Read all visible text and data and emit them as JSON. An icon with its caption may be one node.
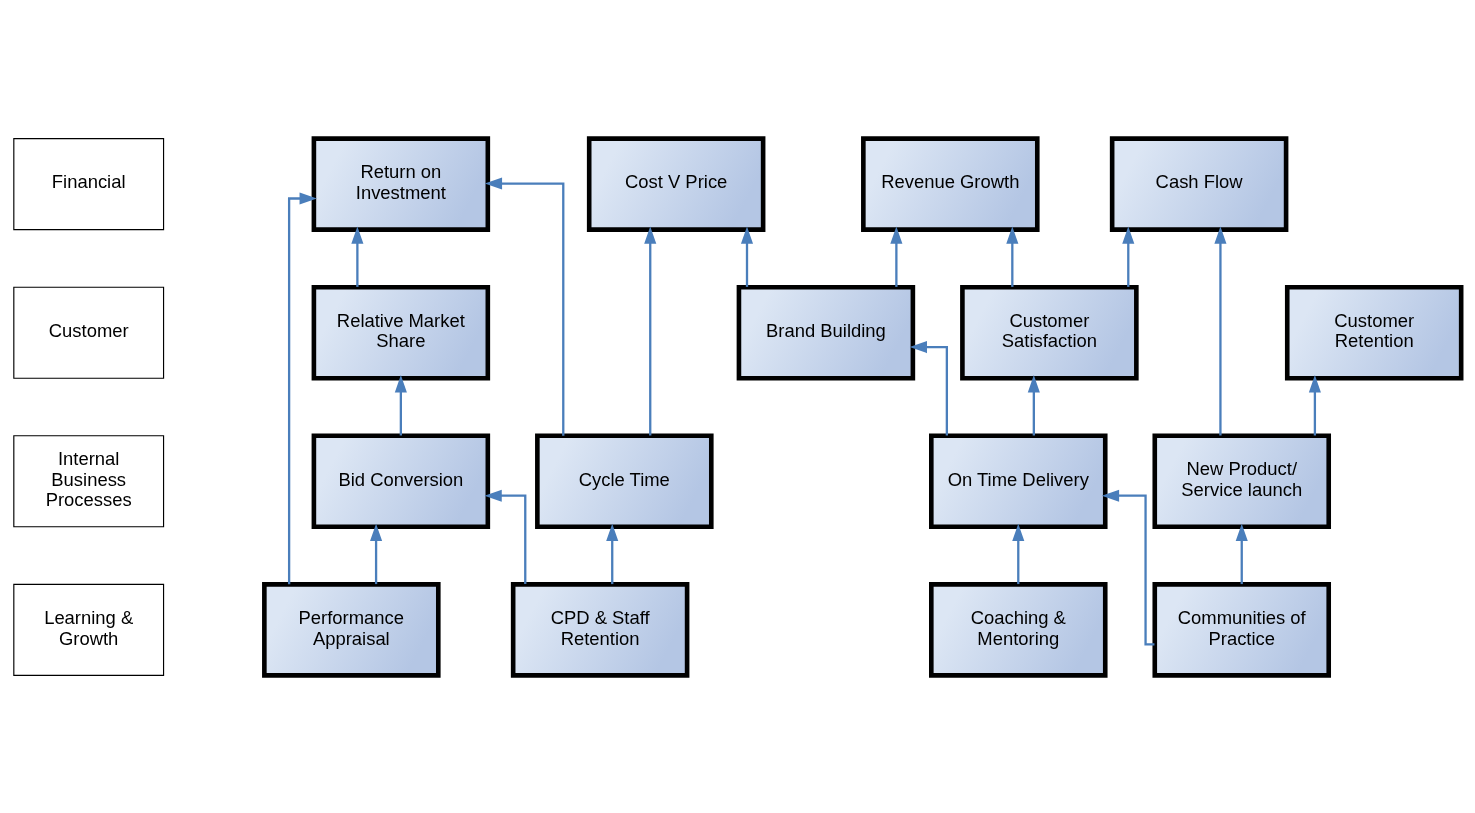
{
  "diagram": {
    "nodes": [
      {
        "text": [
          "Financial"
        ]
      },
      {
        "text": [
          "Customer"
        ]
      },
      {
        "text": [
          "Internal Business Processes"
        ]
      },
      {
        "text": [
          "Learning & Growth"
        ]
      },
      {
        "text": [
          "Return on Investment"
        ]
      },
      {
        "text": [
          "Revenue Growth"
        ]
      },
      {
        "text": [
          "Cost V Price"
        ]
      },
      {
        "text": [
          "Cash Flow"
        ]
      },
      {
        "text": [
          "Relative Market Share"
        ]
      },
      {
        "text": [
          "Customer Satisfaction"
        ]
      },
      {
        "text": [
          "Brand Building"
        ]
      },
      {
        "text": [
          "Customer Retention"
        ]
      },
      {
        "text": [
          "Bid Conversion"
        ]
      },
      {
        "text": [
          "Cycle Time"
        ]
      },
      {
        "text": [
          "On Time Delivery"
        ]
      },
      {
        "text": [
          "New Product/ Service launch"
        ]
      },
      {
        "text": [
          "Performance Appraisal"
        ]
      },
      {
        "text": [
          "CPD & Staff Retention"
        ]
      },
      {
        "text": [
          "Coaching & Mentoring"
        ]
      },
      {
        "text": [
          "Communities of Practice"
        ]
      }
    ],
    "edges": [
      {
        "from": 8,
        "to": 4,
        "arrow": "to"
      },
      {
        "from": 16,
        "to": 4,
        "arrow": "to"
      },
      {
        "from": 13,
        "to": 4,
        "arrow": "to"
      },
      {
        "from": 9,
        "to": 5,
        "arrow": "to"
      },
      {
        "from": 10,
        "to": 5,
        "arrow": "to"
      },
      {
        "from": 10,
        "to": 6,
        "arrow": "to"
      },
      {
        "from": 13,
        "to": 6,
        "arrow": "to"
      },
      {
        "from": 9,
        "to": 7,
        "arrow": "to"
      },
      {
        "from": 15,
        "to": 7,
        "arrow": "to"
      },
      {
        "from": 12,
        "to": 8,
        "arrow": "to"
      },
      {
        "from": 14,
        "to": 9,
        "arrow": "to"
      },
      {
        "from": 14,
        "to": 10,
        "arrow": "to"
      },
      {
        "from": 15,
        "to": 11,
        "arrow": "to"
      },
      {
        "from": 16,
        "to": 12,
        "arrow": "to"
      },
      {
        "from": 17,
        "to": 12,
        "arrow": "to"
      },
      {
        "from": 17,
        "to": 13,
        "arrow": "to"
      },
      {
        "from": 18,
        "to": 14,
        "arrow": "to"
      },
      {
        "from": 19,
        "to": 14,
        "arrow": "to"
      },
      {
        "from": 19,
        "to": 15,
        "arrow": "to"
      }
    ]
  }
}
